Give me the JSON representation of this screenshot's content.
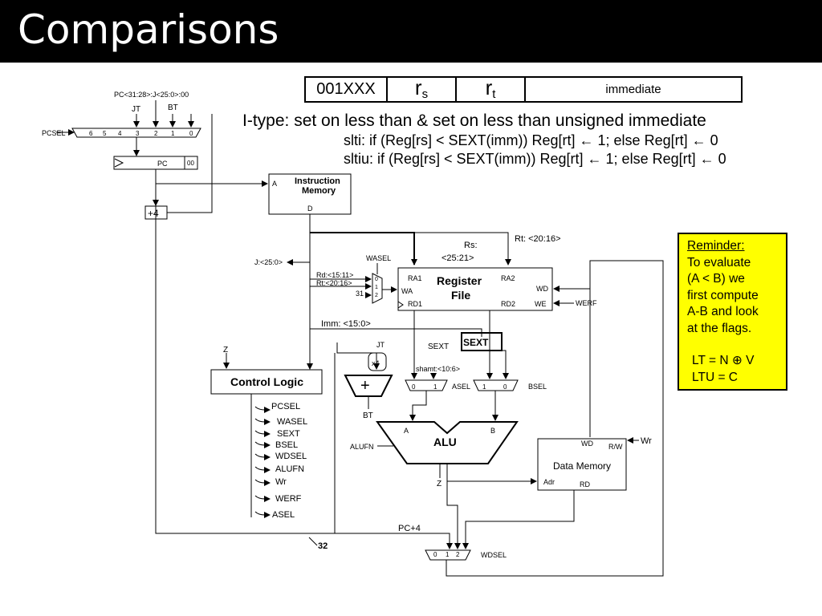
{
  "title": "Comparisons",
  "format": {
    "opcode": "001XXX",
    "rs_main": "r",
    "rs_sub": "s",
    "rt_main": "r",
    "rt_sub": "t",
    "imm": "immediate"
  },
  "itype": "I-type: set on less than &  set on less than unsigned immediate",
  "slti": "slti:    if (Reg[rs] < SEXT(imm)) Reg[rt] ←  1; else Reg[rt] ←  0",
  "sltiu": "sltiu:  if (Reg[rs] < SEXT(imm)) Reg[rt] ←  1; else Reg[rt] ←  0",
  "reminder": {
    "heading": "Reminder:",
    "lines": [
      "To evaluate",
      "(A < B) we",
      "first compute",
      "A-B and look",
      "at the flags."
    ],
    "lt": "LT  = N ⊕ V",
    "ltu": "LTU = C"
  },
  "diagram": {
    "pc_top": "PC<31:28>:J<25:0>:00",
    "jt": "JT",
    "bt": "BT",
    "pcsel": "PCSEL",
    "pcsel_mux": [
      "6",
      "5",
      "4",
      "3",
      "2",
      "1",
      "0"
    ],
    "pc": "PC",
    "pc00": "00",
    "plus4": "+4",
    "imem": "Instruction",
    "imem2": "Memory",
    "imem_a": "A",
    "imem_d": "D",
    "j": "J:<25:0>",
    "wasel": "WASEL",
    "rd": "Rd:<15:11>",
    "rt": "Rt:<20:16>",
    "r31": "31",
    "wasel_mux": [
      "0",
      "1",
      "2"
    ],
    "rs": "Rs:",
    "rs2": "<25:21>",
    "rt_top": "Rt: <20:16>",
    "rf": "Register",
    "rf2": "File",
    "ra1": "RA1",
    "ra2": "RA2",
    "wa": "WA",
    "wd": "WD",
    "rd1": "RD1",
    "rd2": "RD2",
    "we": "WE",
    "werf": "WERF",
    "imm": "Imm: <15:0>",
    "z": "Z",
    "control": "Control Logic",
    "ctrl_out": [
      "PCSEL",
      "WASEL",
      "SEXT",
      "BSEL",
      "WDSEL",
      "ALUFN",
      "Wr",
      "WERF",
      "ASEL"
    ],
    "jt2": "JT",
    "x4": "x4",
    "plus": "+",
    "bt2": "BT",
    "sext_in": "SEXT",
    "sext": "SEXT",
    "shamt": "shamt:<10:6>",
    "asel_mux": [
      "0",
      "1"
    ],
    "asel": "ASEL",
    "bsel_mux": [
      "1",
      "0"
    ],
    "bsel": "BSEL",
    "alu_a": "A",
    "alu_b": "B",
    "alu": "ALU",
    "alufn": "ALUFN",
    "alu_z": "Z",
    "dmem_wd": "WD",
    "dmem_rw": "R/W",
    "dmem_wr": "Wr",
    "dmem": "Data Memory",
    "dmem_adr": "Adr",
    "dmem_rd": "RD",
    "pc4": "PC+4",
    "bus32": "32",
    "wdsel_mux": [
      "0",
      "1",
      "2"
    ],
    "wdsel": "WDSEL"
  }
}
